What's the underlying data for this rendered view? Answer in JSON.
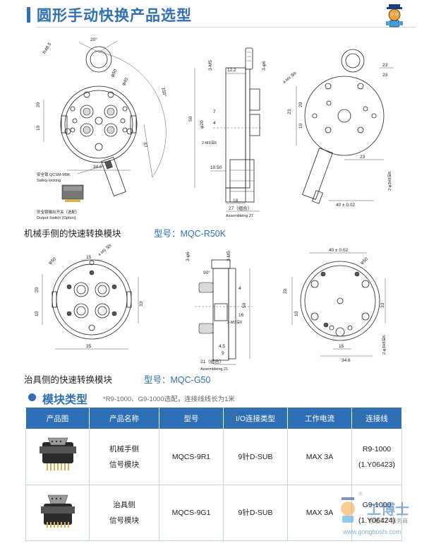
{
  "header": {
    "title": "圆形手动快换产品选型"
  },
  "robot_module": {
    "caption": "机械手侧的快速转换模块",
    "model": "型号：MQC-R50K",
    "dims": {
      "r48": "R48.5",
      "deg20": "20°",
      "deg150": "150°",
      "d50": "φ50",
      "d40": "φ40",
      "v20": "20",
      "v10": "10",
      "v67": "67",
      "v346": "34.6",
      "m35": "3-M5",
      "phi6": "3-φ6",
      "v122": "12.2",
      "v50": "50",
      "d20": "φ20",
      "v7": "7",
      "v4": "4",
      "m3depth": "2-M3深6",
      "v1050": "10.50",
      "v18": "18",
      "v27": "27（组合）",
      "assembled": "Assembleing 27",
      "v23a": "23",
      "v23b": "23",
      "v23c": "23",
      "v23d": "23",
      "v20b": "20",
      "v10b": "10",
      "v4002": "40 ± 0.02",
      "phi3h8": "2-φ3H8深6",
      "m4": "4-M4 深8"
    },
    "lock_label": "安全锁 QCSM-M9K",
    "lock_label_en": "Safety locking",
    "switch_label": "安全锁输出开关（选配）",
    "switch_label_en": "Output Switch (Option)"
  },
  "tool_module": {
    "caption": "治具侧的快速转换模块",
    "model": "型号：MQC-G50",
    "dims": {
      "m5": "4-M5 深8",
      "d50": "φ50",
      "v15": "15",
      "v20": "20",
      "v10": "10",
      "v33": "33",
      "v35": "35",
      "phi6": "3-φ6",
      "m35": "3-M5",
      "deg90": "90°",
      "v50": "50",
      "v4": "4",
      "v16": "16",
      "m3depth": "2-M3深6",
      "v45": "4.5",
      "v9": "9",
      "v21": "21（组合）",
      "assembled": "Assembleing 21",
      "v4002": "40 ± 0.02",
      "d50b": "φ50",
      "v20b": "20",
      "v10b": "10",
      "v33b": "33",
      "v15b": "15",
      "v346": "34.6",
      "phi3h8": "2-φ3H8深6"
    }
  },
  "section": {
    "title": "模块类型",
    "note": "*R9-1000、G9-1000选配，连接线线长为1米"
  },
  "table": {
    "headers": [
      "产品图",
      "产品名称",
      "型号",
      "I/O连接类型",
      "工作电流",
      "连接线"
    ],
    "rows": [
      {
        "name_line1": "机械手侧",
        "name_line2": "信号模块",
        "model": "MQCS-9R1",
        "io": "9针D-SUB",
        "current": "MAX 3A",
        "cable_line1": "R9-1000",
        "cable_line2": "(1.Y06423)"
      },
      {
        "name_line1": "治具侧",
        "name_line2": "信号模块",
        "model": "MQCS-9G1",
        "io": "9针D-SUB",
        "current": "MAX 3A",
        "cable_line1": "G9-1000",
        "cable_line2": "(1.Y06424)"
      }
    ]
  },
  "watermark": {
    "brand": "工博士",
    "tagline": "智能工厂服务商",
    "url": "www.gongboshi.com",
    "registered": "®"
  },
  "colors": {
    "accent": "#2f6fb5",
    "note_star": "#d9262a"
  }
}
